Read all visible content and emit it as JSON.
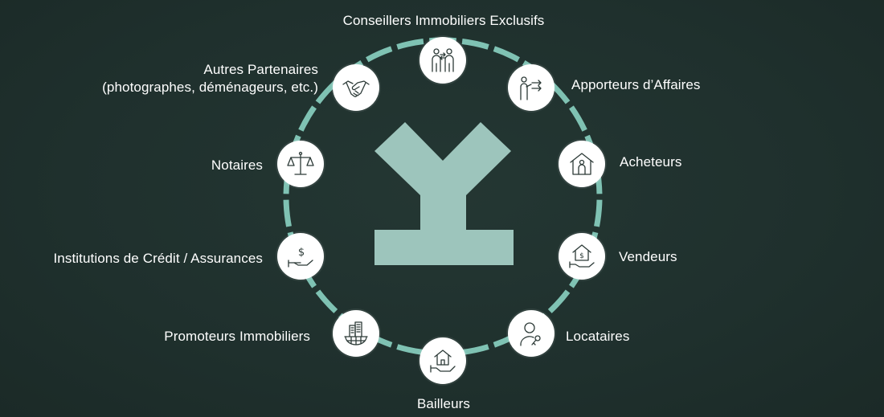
{
  "colors": {
    "background": "#1f302d",
    "ring": "#7fc2b3",
    "logo": "#9dc5bc",
    "node_fill": "#ffffff",
    "icon_stroke": "#2c3a37",
    "text": "#ffffff"
  },
  "nodes": [
    {
      "id": "conseillers",
      "label": "Conseillers Immobiliers Exclusifs",
      "icon": "people-exchange-icon"
    },
    {
      "id": "apporteurs",
      "label": "Apporteurs d’Affaires",
      "icon": "presenter-arrows-icon"
    },
    {
      "id": "acheteurs",
      "label": "Acheteurs",
      "icon": "person-in-house-icon"
    },
    {
      "id": "vendeurs",
      "label": "Vendeurs",
      "icon": "house-money-hand-icon"
    },
    {
      "id": "locataires",
      "label": "Locataires",
      "icon": "person-key-icon"
    },
    {
      "id": "bailleurs",
      "label": "Bailleurs",
      "icon": "house-hand-icon"
    },
    {
      "id": "promoteurs",
      "label": "Promoteurs Immobiliers",
      "icon": "buildings-globe-icon"
    },
    {
      "id": "institutions",
      "label": "Institutions de Crédit / Assurances",
      "icon": "dollar-hand-icon"
    },
    {
      "id": "notaires",
      "label": "Notaires",
      "icon": "scales-icon"
    },
    {
      "id": "partenaires",
      "label": "Autres Partenaires",
      "label2": "(photographes, déménageurs, etc.)",
      "icon": "handshake-icon"
    }
  ]
}
